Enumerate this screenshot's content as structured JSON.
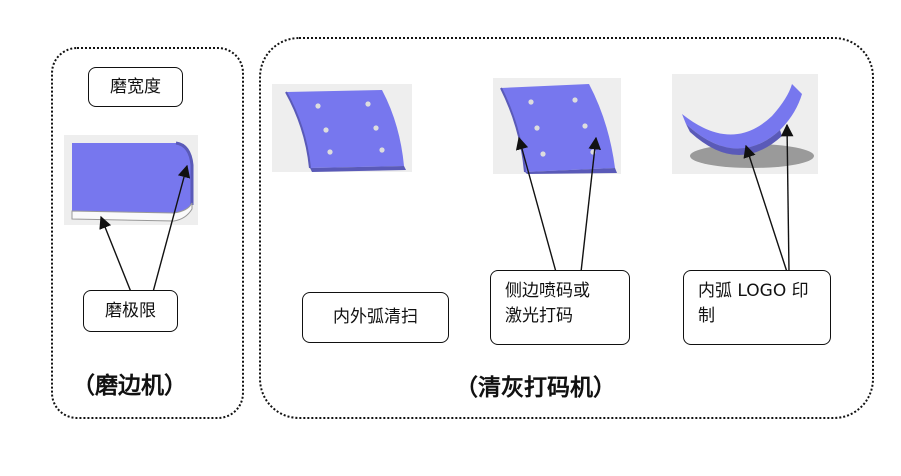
{
  "edge_machine": {
    "caption": "（磨边机）",
    "width_label": "磨宽度",
    "limit_label": "磨极限"
  },
  "cleaning_machine": {
    "caption": "（清灰打码机）",
    "inner_outer_label": "内外弧清扫",
    "side_code_label_line1": "侧边喷码或",
    "side_code_label_line2": "激光打码",
    "logo_label_line1": "内弧 LOGO 印",
    "logo_label_line2": "制"
  },
  "colors": {
    "part_blue": "#7777ee",
    "part_edge": "#5a5ab8",
    "thumb_bg": "#eeeeee",
    "border": "#111111"
  }
}
